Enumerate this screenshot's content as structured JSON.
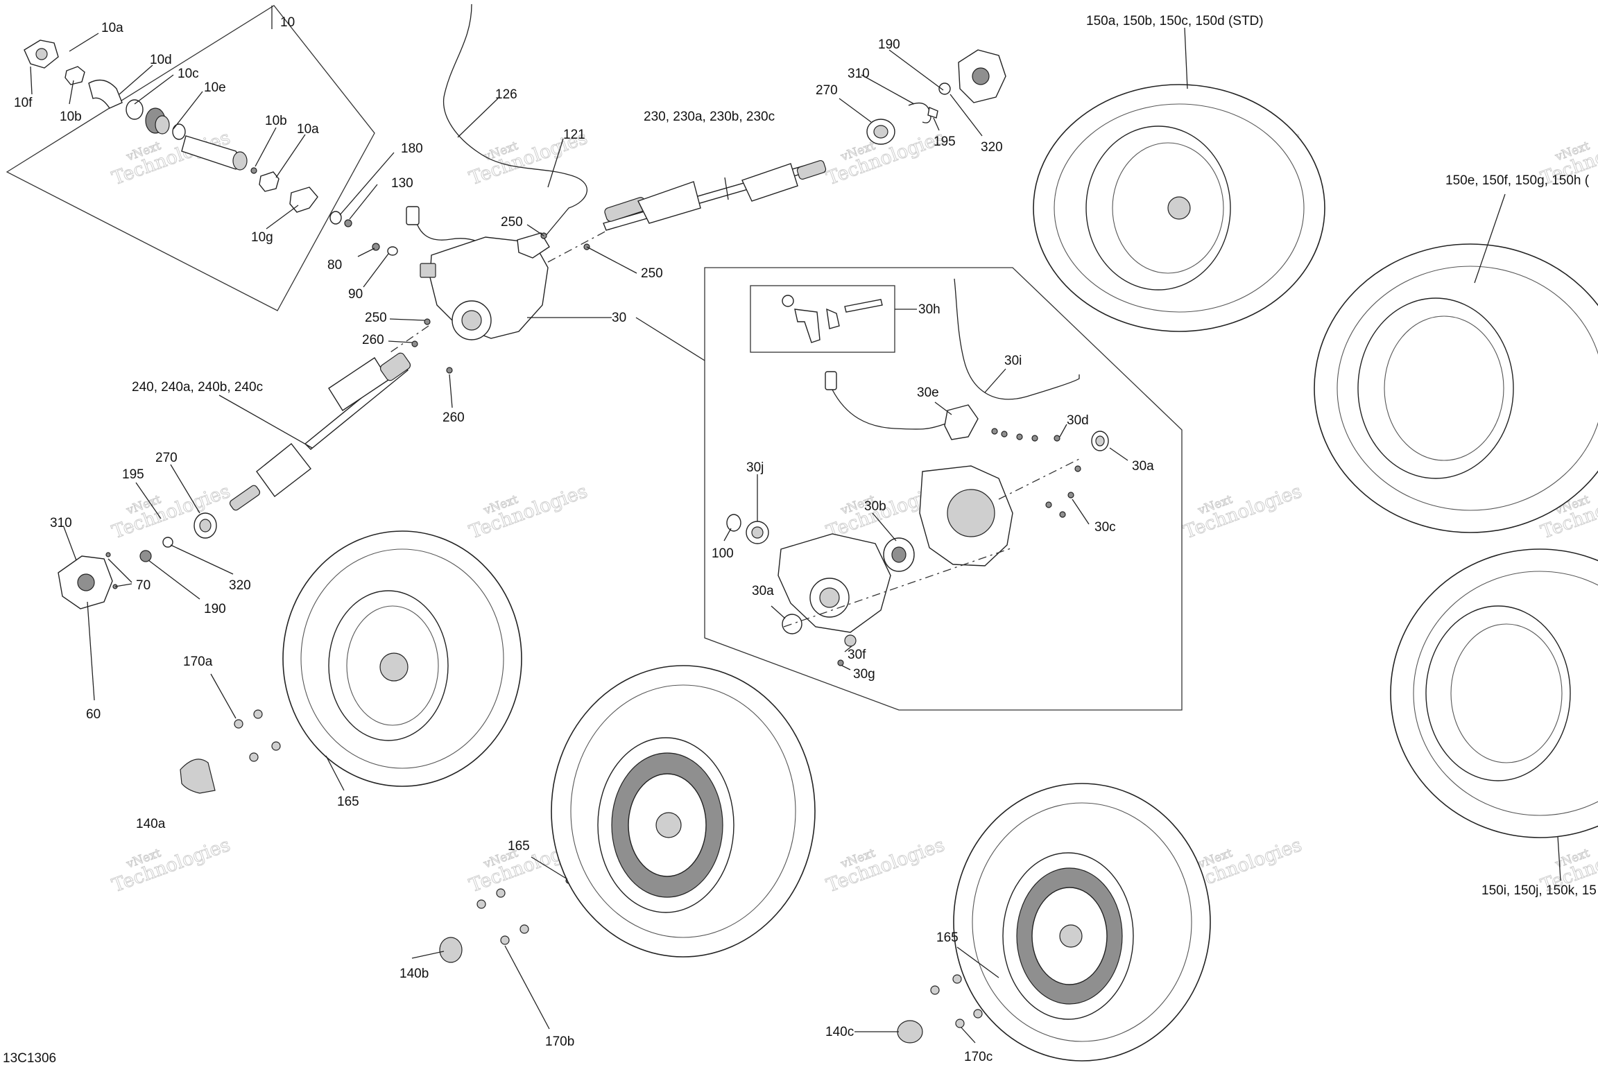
{
  "diagram": {
    "figure_code": "13C1306",
    "watermark": [
      "vNext",
      "Technologies"
    ],
    "callouts": {
      "c10": "10",
      "c10a_top": "10a",
      "c10f": "10f",
      "c10b_top": "10b",
      "c10d": "10d",
      "c10c": "10c",
      "c10e": "10e",
      "c10b_mid": "10b",
      "c10a_mid": "10a",
      "c10g": "10g",
      "c180": "180",
      "c130": "130",
      "c80": "80",
      "c90": "90",
      "c126": "126",
      "c121": "121",
      "c250_top": "250",
      "c250_right": "250",
      "c250_left": "250",
      "c260_a": "260",
      "c260_b": "260",
      "c30": "30",
      "c240": "240, 240a, 240b, 240c",
      "c230": "230, 230a, 230b, 230c",
      "c190_top": "190",
      "c310_top": "310",
      "c270_top": "270",
      "c195_top": "195",
      "c320_top": "320",
      "c150a": "150a, 150b, 150c, 150d (STD)",
      "c150e": "150e, 150f, 150g, 150h (",
      "c150i": "150i, 150j, 150k, 15",
      "c30h": "30h",
      "c30i": "30i",
      "c30e": "30e",
      "c30d": "30d",
      "c30a_right": "30a",
      "c30j": "30j",
      "c30b": "30b",
      "c30c": "30c",
      "c100": "100",
      "c30a_left": "30a",
      "c30f": "30f",
      "c30g": "30g",
      "c195_left": "195",
      "c270_left": "270",
      "c310_left": "310",
      "c70": "70",
      "c320_left": "320",
      "c190_left": "190",
      "c60": "60",
      "c170a": "170a",
      "c140a": "140a",
      "c165_a": "165",
      "c165_b": "165",
      "c140b": "140b",
      "c170b": "170b",
      "c165_c": "165",
      "c140c": "140c",
      "c170c": "170c"
    }
  }
}
